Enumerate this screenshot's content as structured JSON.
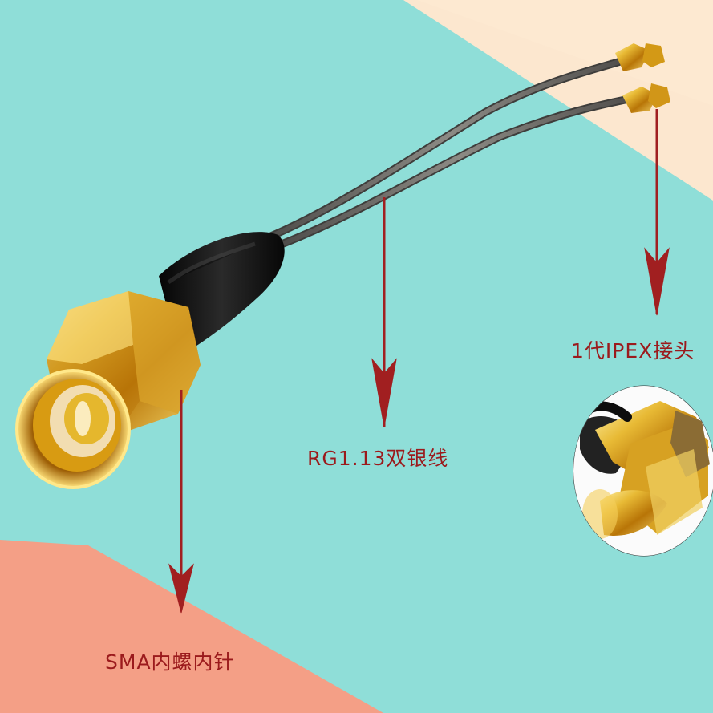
{
  "image": {
    "background_colors": {
      "teal": "#8fded8",
      "peach": "#fce7cf",
      "salmon": "#f49f86",
      "arrow": "#a11f20",
      "gold": "#d79d16",
      "black_sleeve": "#151515",
      "gray_cable": "#6f6e6a"
    }
  },
  "labels": {
    "sma": "SMA内螺内针",
    "cable": "RG1.13双银线",
    "ipex": "1代IPEX接头"
  },
  "icons": {
    "arrow": "down-arrow-icon",
    "connector": "sma-connector-icon",
    "detail": "ipex-detail-icon"
  }
}
